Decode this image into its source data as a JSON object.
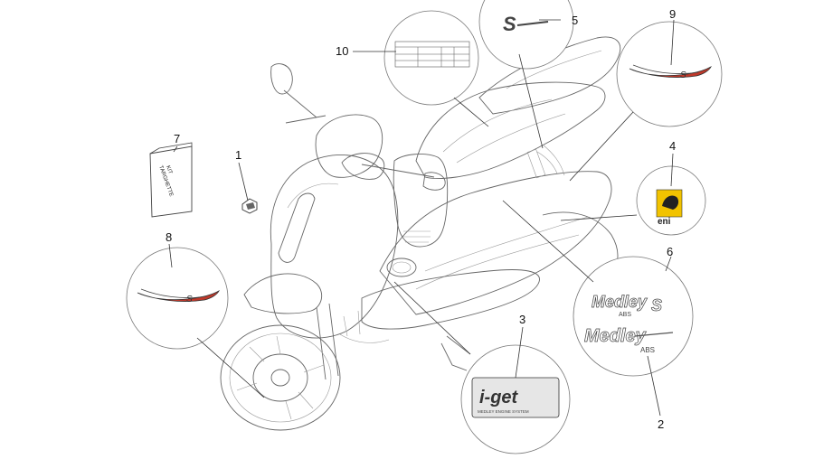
{
  "callouts": [
    {
      "id": "1",
      "label": "1"
    },
    {
      "id": "2",
      "label": "2"
    },
    {
      "id": "3",
      "label": "3"
    },
    {
      "id": "4",
      "label": "4"
    },
    {
      "id": "5",
      "label": "5"
    },
    {
      "id": "6",
      "label": "6"
    },
    {
      "id": "7",
      "label": "7"
    },
    {
      "id": "8",
      "label": "8"
    },
    {
      "id": "9",
      "label": "9"
    },
    {
      "id": "10",
      "label": "10"
    }
  ],
  "decals": {
    "kit_line1": "KIT",
    "kit_line2": "TARGHETTE",
    "eni": "eni",
    "iget": "i-get",
    "iget_sub": "MEDLEY ENGINE SYSTEM",
    "medley_s": "Medley",
    "medley_s_suffix": "S",
    "abs_small": "ABS",
    "medley_abs": "Medley",
    "abs_large": "ABS",
    "sr_left": "S",
    "sr_right": "S",
    "s_badge": "S"
  },
  "colors": {
    "line": "#444444",
    "stripe_red": "#c0392b",
    "eni_yellow": "#f2c300"
  }
}
